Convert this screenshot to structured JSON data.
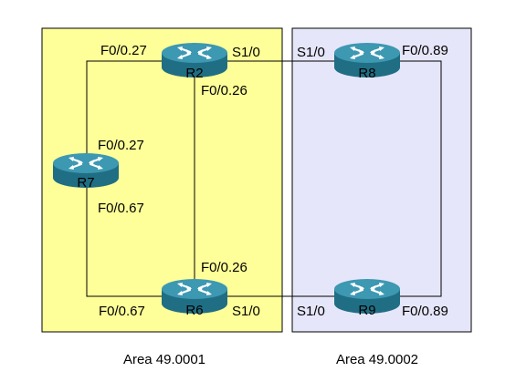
{
  "areas": [
    {
      "id": "area1",
      "label": "Area 49.0001",
      "fill": "#ffff99",
      "stroke": "#000000"
    },
    {
      "id": "area2",
      "label": "Area 49.0002",
      "fill": "#e6e6fa",
      "stroke": "#000000"
    }
  ],
  "routers": [
    {
      "id": "r2",
      "label": "R2"
    },
    {
      "id": "r8",
      "label": "R8"
    },
    {
      "id": "r7",
      "label": "R7"
    },
    {
      "id": "r6",
      "label": "R6"
    },
    {
      "id": "r9",
      "label": "R9"
    }
  ],
  "interfaces": {
    "r2_f0_27": "F0/0.27",
    "r2_s1_0": "S1/0",
    "r2_f0_26": "F0/0.26",
    "r8_s1_0": "S1/0",
    "r8_f0_89": "F0/0.89",
    "r7_f0_27": "F0/0.27",
    "r7_f0_67": "F0/0.67",
    "r6_f0_26": "F0/0.26",
    "r6_f0_67": "F0/0.67",
    "r6_s1_0": "S1/0",
    "r9_s1_0": "S1/0",
    "r9_f0_89": "F0/0.89"
  },
  "colors": {
    "router_body": "#2f7f96",
    "router_top": "#4aa6bf",
    "router_arrow": "#ffffff",
    "link": "#000000"
  }
}
